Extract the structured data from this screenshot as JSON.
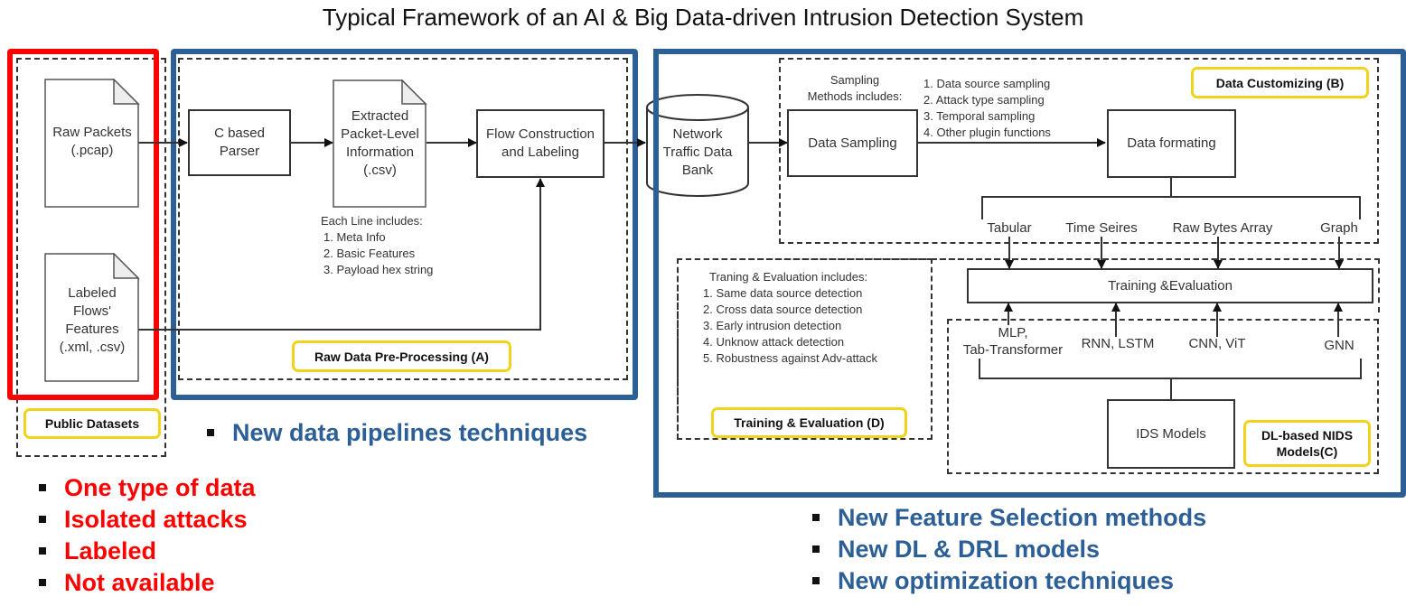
{
  "title": "Typical Framework of an AI & Big Data-driven Intrusion Detection System",
  "colors": {
    "red_frame": "#ff0000",
    "blue_frame": "#2c5f96",
    "label_border": "#f2d21b",
    "bullet_red": "#ff0000",
    "bullet_blue": "#2c5f96"
  },
  "public_datasets": {
    "label": "Public Datasets",
    "raw_packets": [
      "Raw Packets",
      "(.pcap)"
    ],
    "labeled_flows": [
      "Labeled",
      "Flows'",
      "Features",
      "(.xml, .csv)"
    ]
  },
  "preprocessing": {
    "label": "Raw Data Pre-Processing (A)",
    "parser": [
      "C based",
      "Parser"
    ],
    "extracted": [
      "Extracted",
      "Packet-Level",
      "Information",
      "(.csv)"
    ],
    "flow": [
      "Flow Construction",
      "and Labeling"
    ],
    "each_line_title": "Each Line includes:",
    "each_line_items": [
      "1. Meta Info",
      "2. Basic Features",
      "3. Payload hex string"
    ]
  },
  "data_bank": [
    "Network",
    "Traffic Data",
    "Bank"
  ],
  "customizing": {
    "label": "Data Customizing (B)",
    "sampling_caption": [
      "Sampling",
      "Methods includes:"
    ],
    "sampling_box": "Data Sampling",
    "sampling_items": [
      "1. Data source sampling",
      "2. Attack type sampling",
      "3. Temporal sampling",
      "4. Other plugin functions"
    ],
    "formatting_box": "Data formating",
    "formats": [
      "Tabular",
      "Time Seires",
      "Raw Bytes Array",
      "Graph"
    ]
  },
  "training": {
    "label": "Training & Evaluation (D)",
    "box": "Training &Evaluation",
    "includes_title": "Traning & Evaluation includes:",
    "items": [
      "1. Same data source detection",
      "2. Cross data source detection",
      "3. Early intrusion detection",
      "4. Unknow attack detection",
      "5. Robustness against Adv-attack"
    ]
  },
  "models": {
    "label": [
      "DL-based NIDS",
      "Models(C)"
    ],
    "ids_box": "IDS Models",
    "mlp": [
      "MLP,",
      "Tab-Transformer"
    ],
    "rnn": "RNN, LSTM",
    "cnn": "CNN, ViT",
    "gnn": "GNN"
  },
  "bullets": {
    "pipelines": [
      "New data pipelines techniques"
    ],
    "dataset_issues": [
      "One type of data",
      "Isolated attacks",
      "Labeled",
      "Not available"
    ],
    "model_research": [
      "New Feature Selection methods",
      "New DL & DRL models",
      "New optimization techniques"
    ]
  }
}
